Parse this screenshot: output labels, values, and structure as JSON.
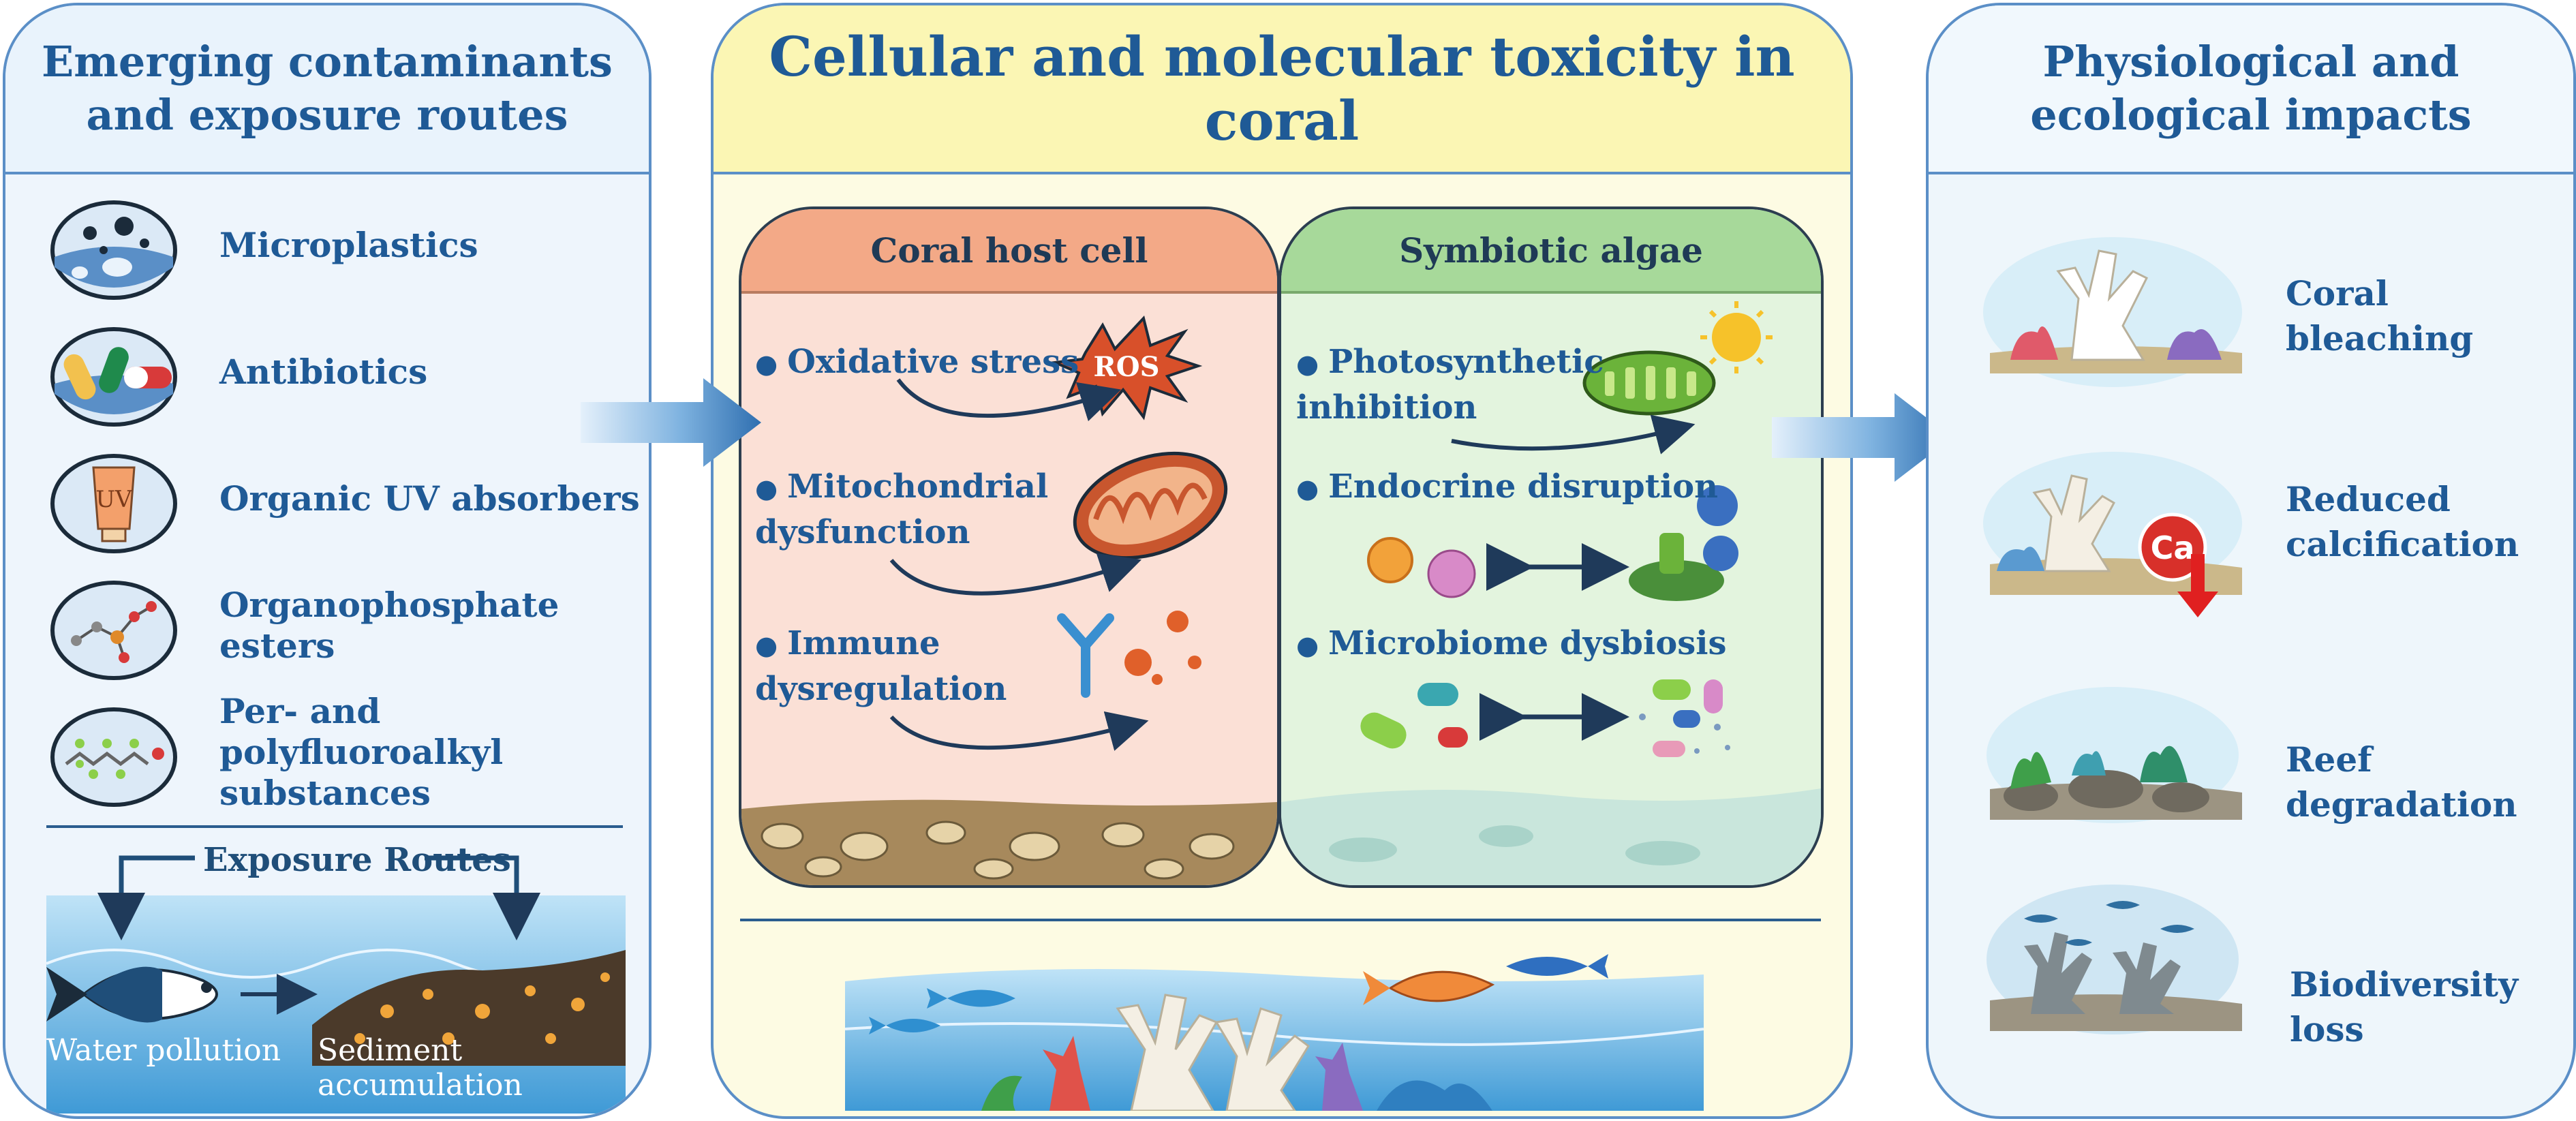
{
  "left_panel": {
    "title": "Emerging contaminants and exposure routes",
    "items": [
      {
        "label": "Microplastics",
        "icon": "microplastics-icon"
      },
      {
        "label": "Antibiotics",
        "icon": "capsules-icon"
      },
      {
        "label": "Organic UV absorbers",
        "icon": "sunscreen-tube-icon",
        "icon_text": "UV"
      },
      {
        "label": "Organophosphate esters",
        "icon": "molecule-icon"
      },
      {
        "label": "Per- and polyfluoroalkyl substances",
        "icon": "pfas-chain-icon"
      }
    ],
    "exposure": {
      "title": "Exposure Routes",
      "water_label": "Water pollution",
      "sediment_label": "Sediment accumulation"
    }
  },
  "middle_panel": {
    "title": "Cellular and molecular toxicity in coral",
    "host": {
      "title": "Coral host cell",
      "points": [
        "Oxidative stress",
        "Mitochondrial dysfunction",
        "Immune dysregulation"
      ],
      "ros_label": "ROS"
    },
    "algae": {
      "title": "Symbiotic algae",
      "points": [
        "Photosynthetic inhibition",
        "Endocrine disruption",
        "Microbiome dysbiosis"
      ]
    }
  },
  "right_panel": {
    "title": "Physiological and ecological impacts",
    "impacts": [
      "Coral bleaching",
      "Reduced calcification",
      "Reef degradation",
      "Biodiversity loss"
    ],
    "ca_label": "Ca"
  },
  "colors": {
    "border": "#5b8fc7",
    "heading": "#1f5a96",
    "host_header": "#f3a987",
    "algae_header": "#a7d99a",
    "mid_header": "#fbf6b4",
    "arrow": "#3a7fc0",
    "decrease_arrow": "#e02020"
  }
}
